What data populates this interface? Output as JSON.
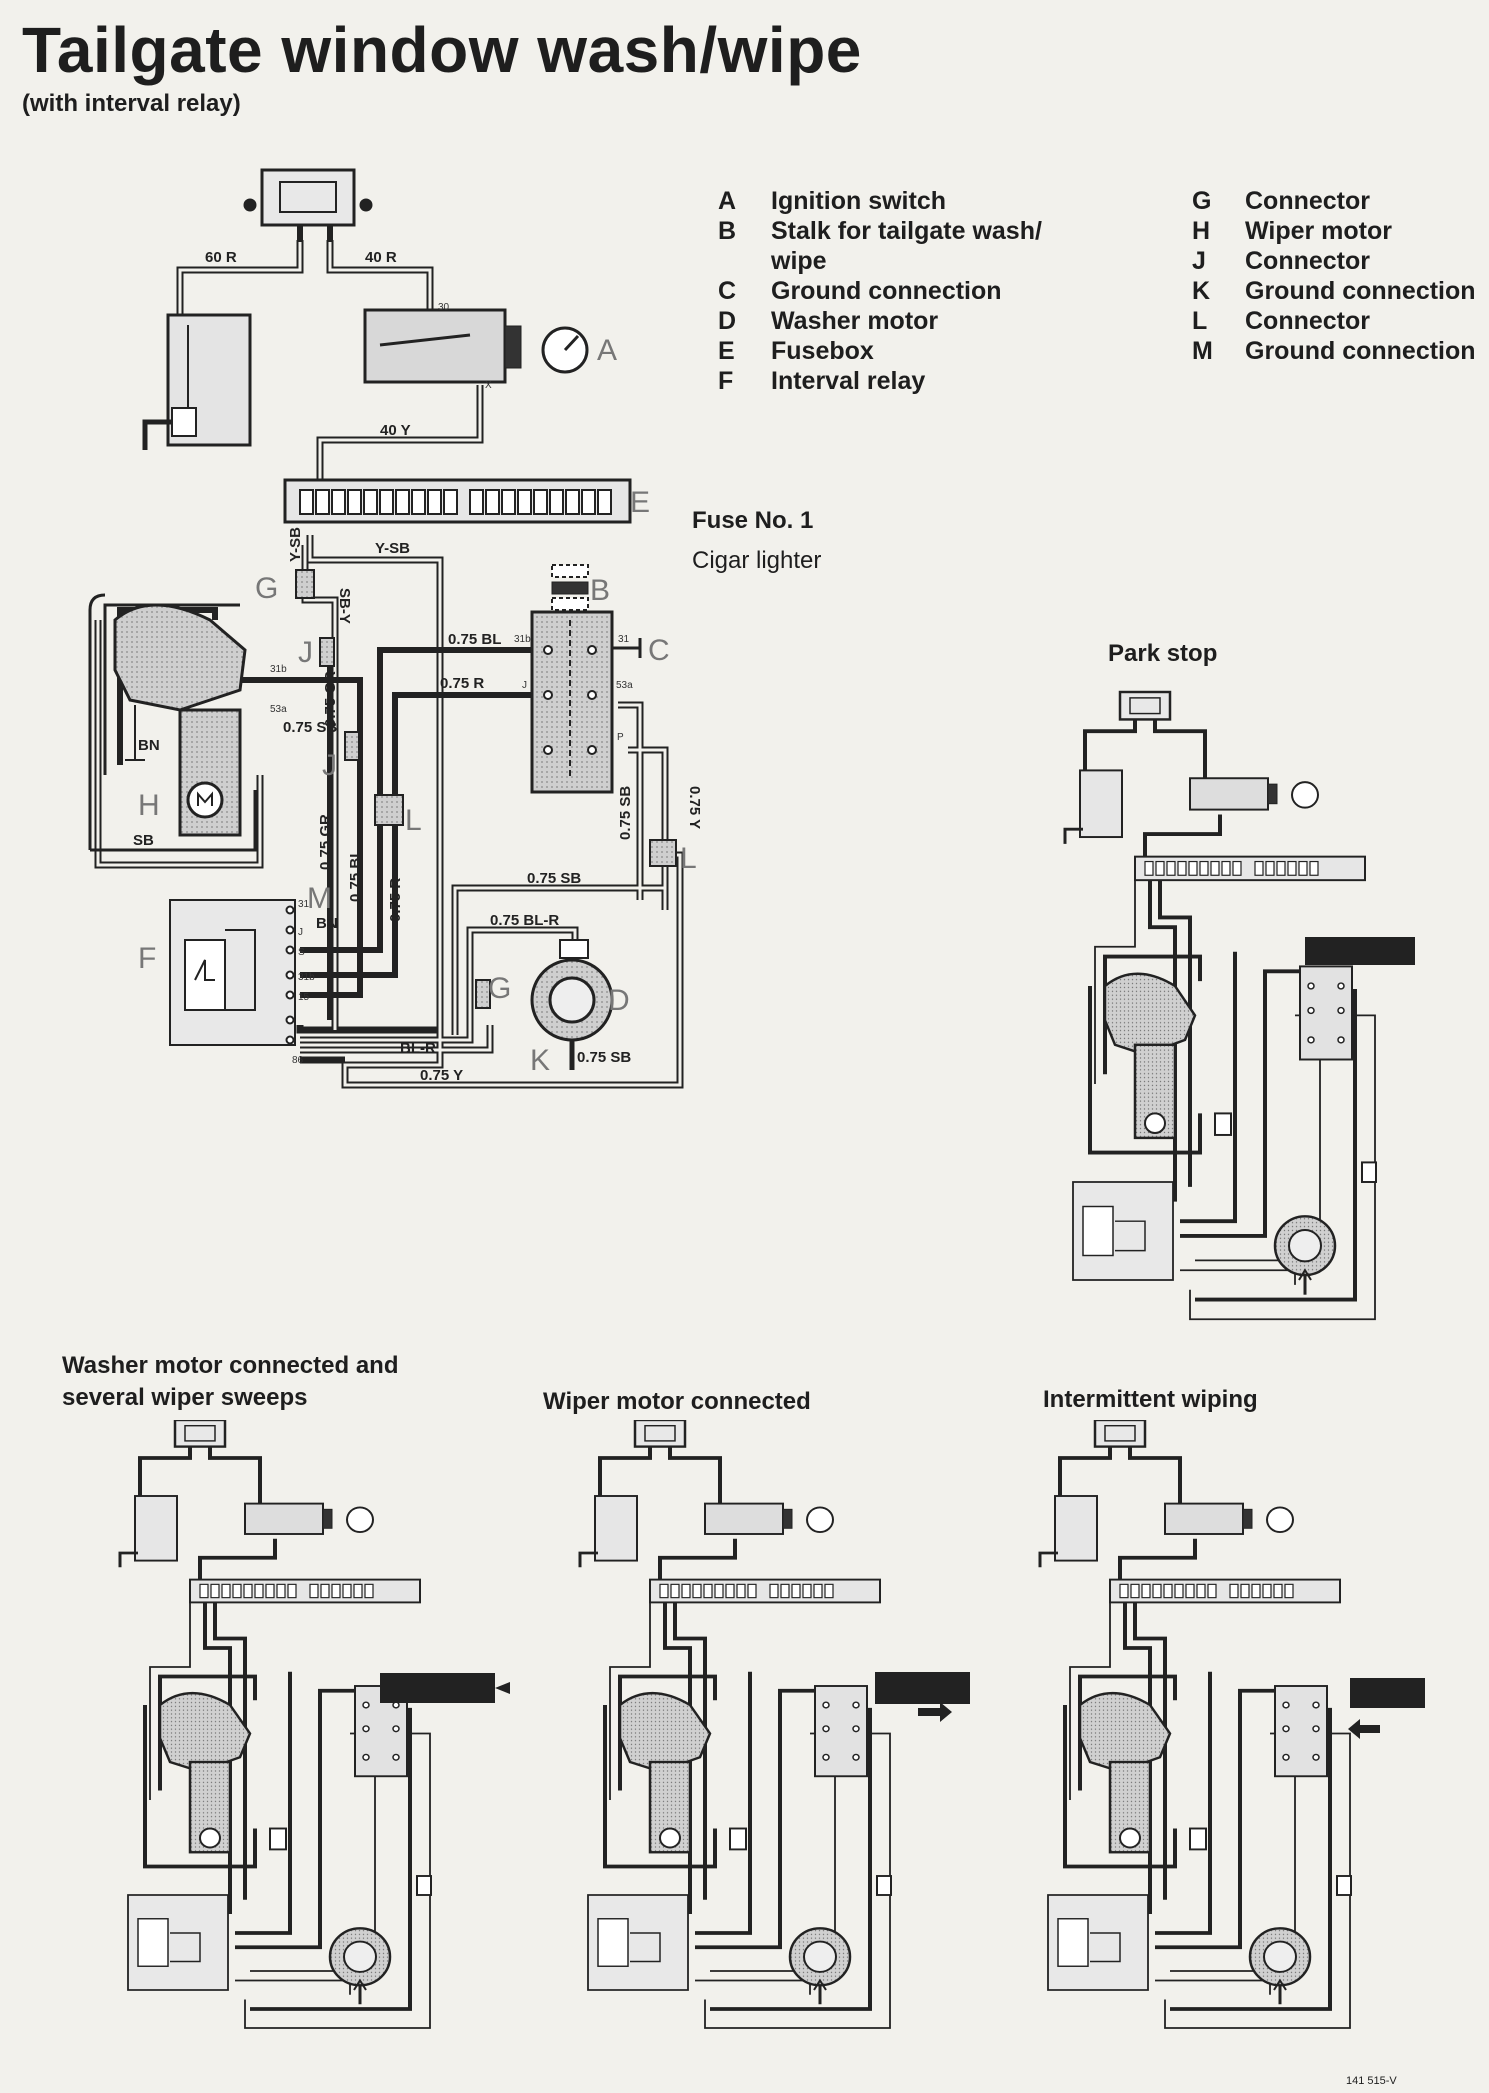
{
  "header": {
    "title": "Tailgate window wash/wipe",
    "subtitle": "(with interval relay)"
  },
  "legend": {
    "left": [
      {
        "key": "A",
        "label": "Ignition switch"
      },
      {
        "key": "B",
        "label": "Stalk for tailgate wash/"
      },
      {
        "key": "",
        "label": "wipe"
      },
      {
        "key": "C",
        "label": "Ground connection"
      },
      {
        "key": "D",
        "label": "Washer motor"
      },
      {
        "key": "E",
        "label": "Fusebox"
      },
      {
        "key": "F",
        "label": "Interval relay"
      }
    ],
    "right": [
      {
        "key": "G",
        "label": "Connector"
      },
      {
        "key": "H",
        "label": "Wiper motor"
      },
      {
        "key": "J",
        "label": "Connector"
      },
      {
        "key": "K",
        "label": "Ground connection"
      },
      {
        "key": "L",
        "label": "Connector"
      },
      {
        "key": "M",
        "label": "Ground connection"
      }
    ]
  },
  "fuse_note": {
    "title": "Fuse No. 1",
    "description": "Cigar lighter"
  },
  "main_diagram": {
    "component_labels": [
      "A",
      "B",
      "C",
      "D",
      "E",
      "F",
      "G",
      "G",
      "H",
      "J",
      "J",
      "K",
      "L",
      "L",
      "M"
    ],
    "wire_labels": {
      "w60r": "60 R",
      "w40r": "40 R",
      "w40y": "40 Y",
      "ysb": "Y-SB",
      "ysb_v": "Y-SB",
      "sby": "SB-Y",
      "bl075": "0.75 BL",
      "r075": "0.75 R",
      "sb075a": "0.75 SB",
      "gr075": "0.75 GR",
      "gr075b": "0.75 GR",
      "bl075b": "0.75 BL",
      "r075b": "0.75 R",
      "sb075b": "0.75 SB",
      "y075": "0.75 Y",
      "sb075c": "0.75 SB",
      "blr075": "0.75 BL-R",
      "blr": "BL-R",
      "y075b": "0.75 Y",
      "sb075d": "0.75 SB",
      "bn": "BN",
      "bn2": "BN",
      "sb": "SB"
    },
    "terminal_labels": {
      "t30": "30",
      "tx": "X",
      "t31b": "31b",
      "t31": "31",
      "tj": "J",
      "t53a": "53a",
      "tp": "P",
      "w31b": "31b",
      "w53a": "53a",
      "f31": "31",
      "fj": "J",
      "fs": "S",
      "f31b": "31b",
      "f15": "15",
      "f86": "86"
    }
  },
  "panels": [
    {
      "caption": "Park stop"
    },
    {
      "caption_lines": [
        "Washer motor connected and",
        "several wiper sweeps"
      ]
    },
    {
      "caption": "Wiper motor connected"
    },
    {
      "caption": "Intermittent wiping"
    }
  ],
  "footer": {
    "ref_code": "141 515-V"
  },
  "colors": {
    "background": "#f2f1ec",
    "ink": "#1e1e1e",
    "component_fill": "#c9c9c9"
  }
}
